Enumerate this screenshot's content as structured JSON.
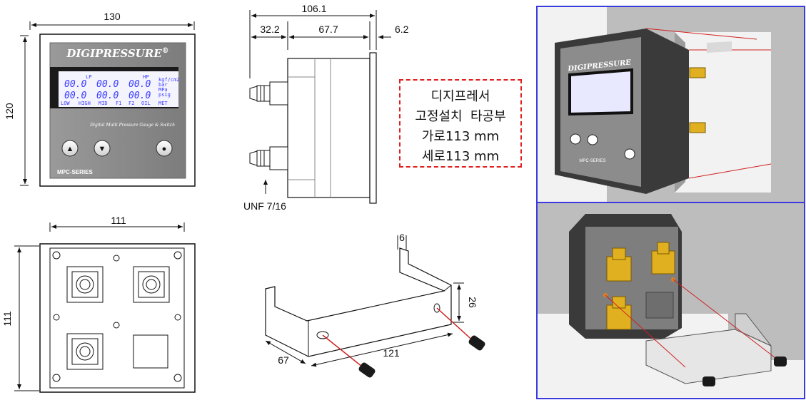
{
  "front_view": {
    "width_label": "130",
    "height_label": "120",
    "brand": "DIGIPRESSURE",
    "brand_mark": "®",
    "lcd_lp": "LP",
    "lcd_hp": "HP",
    "lcd_digits": "00.0",
    "lcd_units": [
      "kgf/cm2",
      "bar",
      "MPa",
      "psig"
    ],
    "lcd_status": [
      "LOW",
      "HIGH",
      "MID",
      "F1",
      "F2",
      "OIL",
      "MET"
    ],
    "subtitle": "Digital Multi Pressure Gauge & Switch",
    "series": "MPC-SERIES",
    "buttons": [
      "▲",
      "▼",
      "●"
    ]
  },
  "side_view": {
    "total_label": "106.1",
    "left_label": "32.2",
    "mid_label": "67.7",
    "right_label": "6.2",
    "port_label": "UNF 7/16"
  },
  "back_view": {
    "width_label": "111",
    "height_label": "111"
  },
  "bracket": {
    "thickness_label": "6",
    "height_label": "26",
    "depth_label": "67",
    "length_label": "121"
  },
  "note": {
    "lines": [
      "디지프레서",
      "고정설치  타공부",
      "가로113 mm",
      "세로113 mm"
    ]
  },
  "photos": {
    "top_brand": "DIGIPRESSURE",
    "top_series": "MPC-SERIES"
  },
  "colors": {
    "panel": "#8c8c8c",
    "panel_dark": "#3c3c3c",
    "lcd_bg": "#f4f4ff",
    "lcd_text": "#3a3aff",
    "frame": "#3a3ae0",
    "dash": "#e02020",
    "brass": "#e0b020"
  }
}
